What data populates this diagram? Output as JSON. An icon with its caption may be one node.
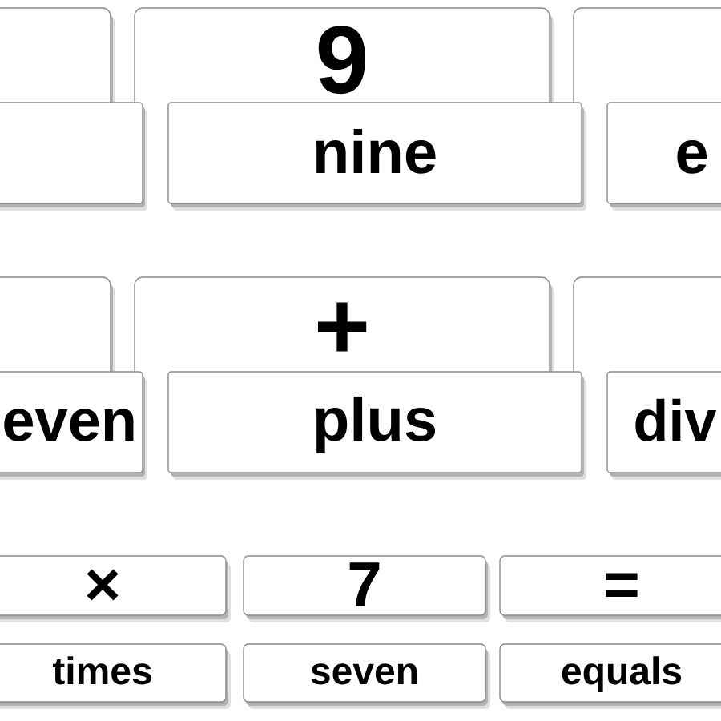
{
  "diagram": {
    "nodes": [
      {
        "text": [],
        "shape": "box"
      },
      {
        "text": [
          "9"
        ]
      },
      {
        "text": [],
        "shape": "box"
      },
      {
        "text": [],
        "shape": "box"
      },
      {
        "text": [
          "nine"
        ]
      },
      {
        "text": [
          "e"
        ]
      },
      {
        "text": [],
        "shape": "box"
      },
      {
        "text": [
          "+"
        ]
      },
      {
        "text": [],
        "shape": "box"
      },
      {
        "text": [
          "even"
        ]
      },
      {
        "text": [
          "plus"
        ]
      },
      {
        "text": [
          "div"
        ]
      },
      {
        "text": [
          "×"
        ]
      },
      {
        "text": [
          "7"
        ]
      },
      {
        "text": [
          "="
        ]
      },
      {
        "text": [
          "times"
        ]
      },
      {
        "text": [
          "seven"
        ]
      },
      {
        "text": [
          "equals"
        ]
      }
    ]
  }
}
